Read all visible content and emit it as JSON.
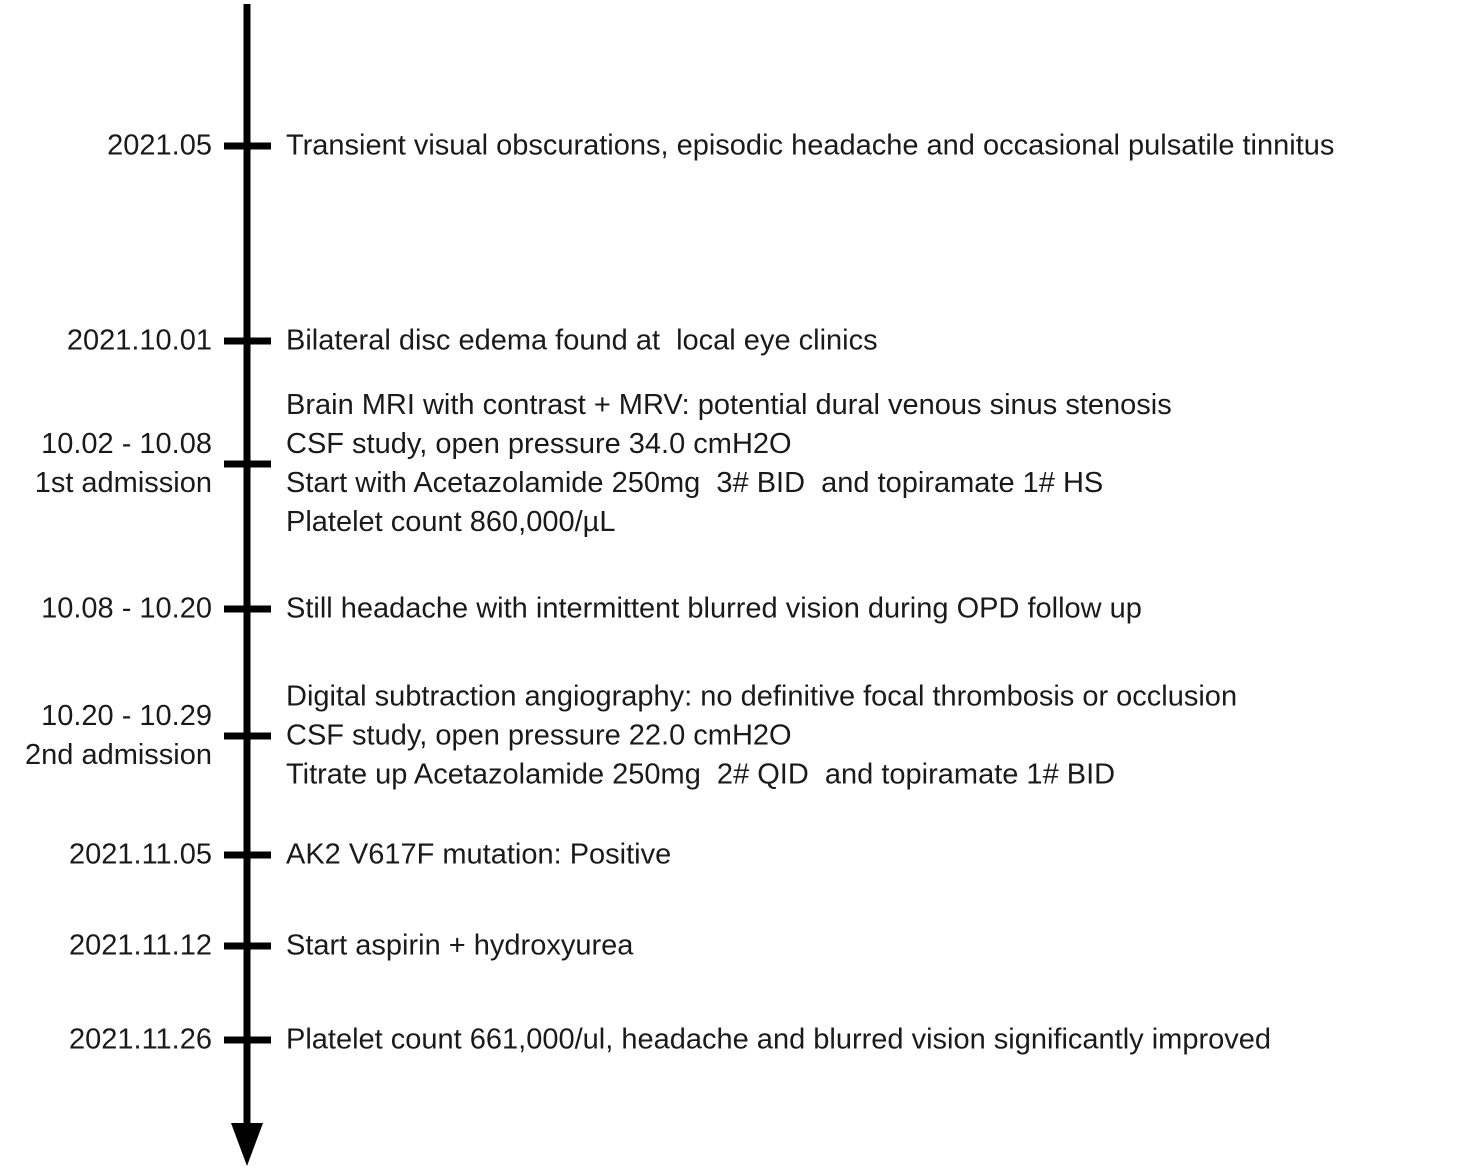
{
  "timeline": {
    "events": [
      {
        "date_lines": [
          "2021.05"
        ],
        "description_lines": [
          "Transient visual obscurations, episodic headache and occasional pulsatile tinnitus"
        ]
      },
      {
        "date_lines": [
          "2021.10.01"
        ],
        "description_lines": [
          "Bilateral disc edema found at  local eye clinics"
        ]
      },
      {
        "date_lines": [
          "10.02 - 10.08",
          "1st admission"
        ],
        "description_lines": [
          "Brain MRI with contrast + MRV: potential dural venous sinus stenosis",
          "CSF study, open pressure 34.0 cmH2O",
          "Start with Acetazolamide 250mg  3# BID  and topiramate 1# HS",
          "Platelet count 860,000/µL"
        ]
      },
      {
        "date_lines": [
          "10.08 - 10.20"
        ],
        "description_lines": [
          "Still headache with intermittent blurred vision during OPD follow up"
        ]
      },
      {
        "date_lines": [
          "10.20 - 10.29",
          "2nd admission"
        ],
        "description_lines": [
          "Digital subtraction angiography: no definitive focal thrombosis or occlusion",
          "CSF study, open pressure 22.0 cmH2O",
          "Titrate up Acetazolamide 250mg  2# QID  and topiramate 1# BID"
        ]
      },
      {
        "date_lines": [
          "2021.11.05"
        ],
        "description_lines": [
          "AK2 V617F mutation: Positive"
        ]
      },
      {
        "date_lines": [
          "2021.11.12"
        ],
        "description_lines": [
          "Start aspirin + hydroxyurea"
        ]
      },
      {
        "date_lines": [
          "2021.11.26"
        ],
        "description_lines": [
          "Platelet count 661,000/ul, headache and blurred vision significantly improved"
        ]
      }
    ]
  }
}
